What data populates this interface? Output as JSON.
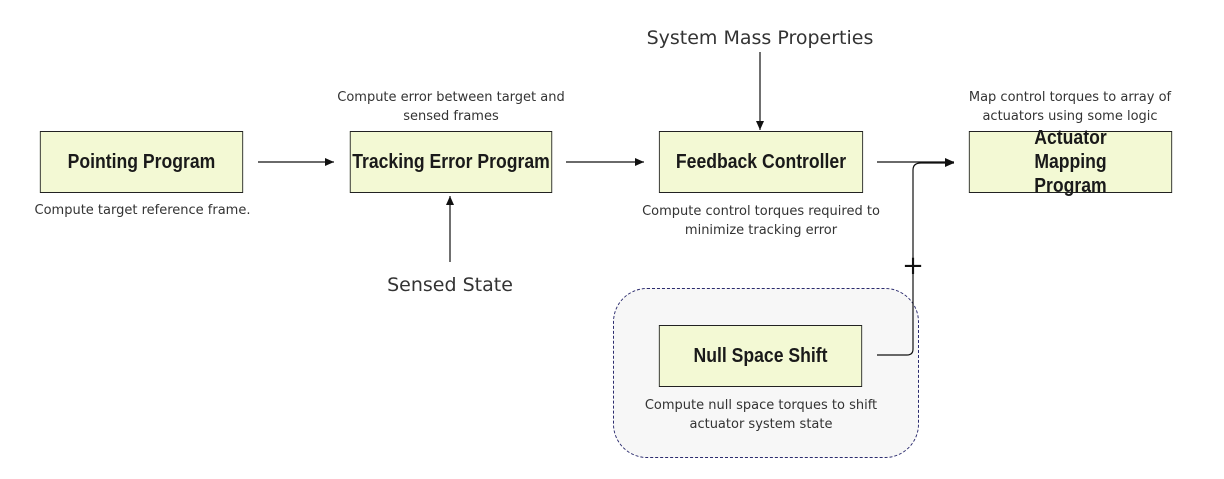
{
  "nodes": {
    "pointing": {
      "label": "Pointing Program",
      "note": "Compute target reference frame."
    },
    "tracking": {
      "label": "Tracking Error Program",
      "note": "Compute error between target and sensed frames"
    },
    "feedback": {
      "label": "Feedback Controller",
      "note": "Compute control torques required to minimize tracking error"
    },
    "actuator": {
      "label": "Actuator Mapping Program",
      "note": "Map control torques to array of actuators using some logic"
    },
    "nullspace": {
      "label": "Null Space Shift",
      "note": "Compute null space torques to shift actuator system state"
    }
  },
  "inputs": {
    "sensed_state": "Sensed State",
    "mass_properties": "System Mass Properties"
  },
  "summing_sign": "+",
  "colors": {
    "box_fill": "#f3f9d4",
    "group_fill": "#f7f7f7",
    "group_border": "#2b2b6e"
  }
}
